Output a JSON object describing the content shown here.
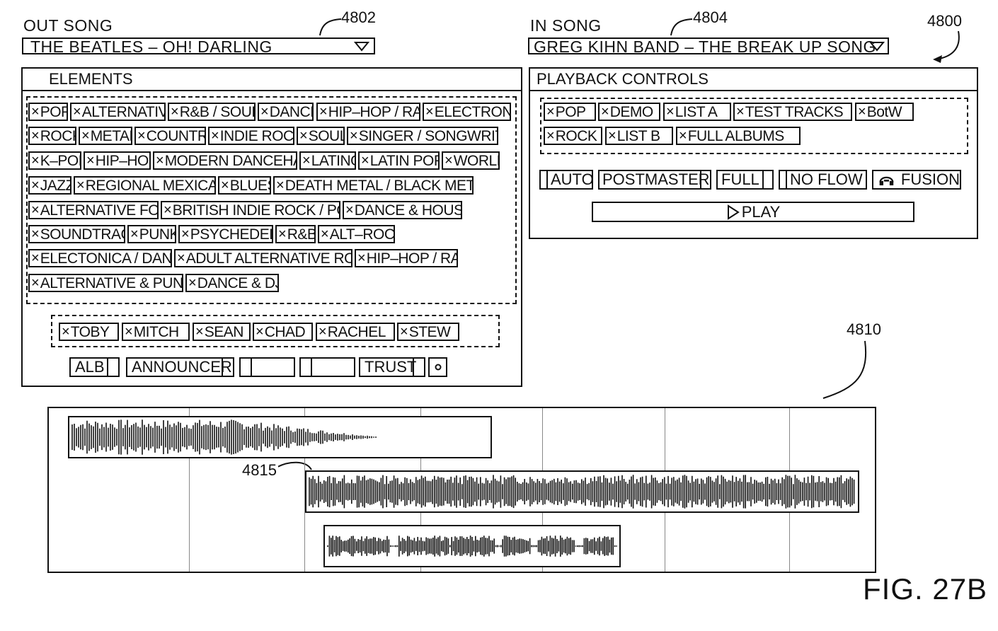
{
  "out_song": {
    "caption": "OUT SONG",
    "value": "THE BEATLES – OH! DARLING",
    "ref": "4802"
  },
  "in_song": {
    "caption": "IN SONG",
    "value": "GREG KIHN BAND – THE BREAK UP SONG",
    "ref": "4804"
  },
  "figure_ref": "4800",
  "elements_panel": {
    "title": "ELEMENTS",
    "genre_rows": [
      [
        "POP",
        "ALTERNATIVE",
        "R&B / SOUL",
        "DANCE",
        "HIP–HOP / RAP",
        "ELECTRONIC"
      ],
      [
        "ROCK",
        "METAL",
        "COUNTRY",
        "INDIE ROCK",
        "SOUL",
        "SINGER / SONGWRITER"
      ],
      [
        "K–POP",
        "HIP–HOP",
        "MODERN DANCEHALL",
        "LATINO",
        "LATIN POP",
        "WORLD"
      ],
      [
        "JAZZ",
        "REGIONAL MEXICANO",
        "BLUES",
        "DEATH METAL / BLACK METAL"
      ],
      [
        "ALTERNATIVE FOLK",
        "BRITISH INDIE ROCK / POP",
        "DANCE & HOUSE"
      ],
      [
        "SOUNDTRACK",
        "PUNK",
        "PSYCHEDELIC",
        "R&B",
        "ALT–ROCK"
      ],
      [
        "ELECTONICA / DANCE",
        "ADULT ALTERNATIVE ROCK",
        "HIP–HOP / RAP"
      ],
      [
        "ALTERNATIVE & PUNK",
        "DANCE & DJ"
      ]
    ],
    "people": [
      "TOBY",
      "MITCH",
      "SEAN",
      "CHAD",
      "RACHEL",
      "STEW"
    ],
    "bottom_controls": [
      "ALB",
      "ANNOUNCER",
      "",
      "",
      "TRUST"
    ]
  },
  "playback_panel": {
    "title": "PLAYBACK CONTROLS",
    "tag_rows": [
      [
        "POP",
        "DEMO",
        "LIST A",
        "TEST TRACKS",
        "BotW"
      ],
      [
        "ROCK",
        "LIST B",
        "FULL ALBUMS"
      ]
    ],
    "modes": [
      "AUTO",
      "POSTMASTER",
      "FULL",
      "NO FLOW",
      "FUSION"
    ],
    "play_label": "PLAY"
  },
  "timeline": {
    "ref": "4810",
    "clip_ref": "4815"
  },
  "figure_caption": "FIG. 27B"
}
